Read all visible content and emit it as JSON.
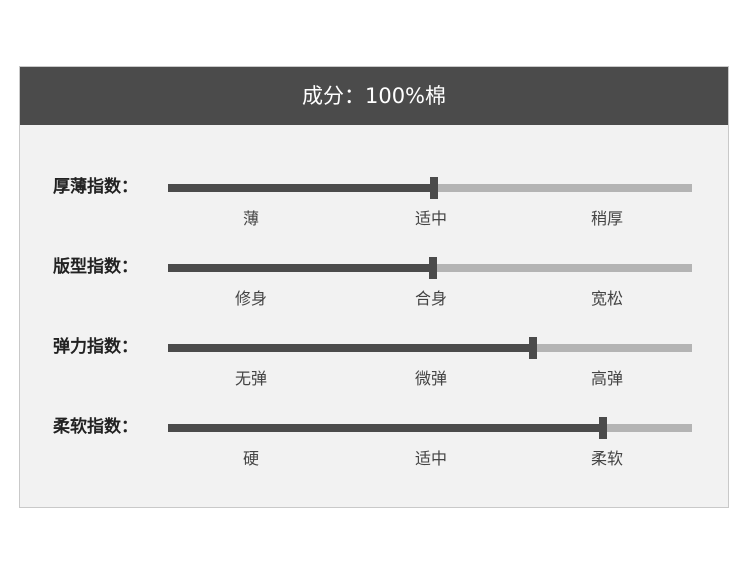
{
  "header": {
    "title": "成分：100%棉"
  },
  "rows": [
    {
      "label": "厚薄指数：",
      "level": 0.507,
      "ticks": [
        "薄",
        "适中",
        "稍厚"
      ]
    },
    {
      "label": "版型指数：",
      "level": 0.505,
      "ticks": [
        "修身",
        "合身",
        "宽松"
      ]
    },
    {
      "label": "弹力指数：",
      "level": 0.697,
      "ticks": [
        "无弹",
        "微弹",
        "高弹"
      ]
    },
    {
      "label": "柔软指数：",
      "level": 0.83,
      "ticks": [
        "硬",
        "适中",
        "柔软"
      ]
    }
  ],
  "colors": {
    "header_bg": "#4b4b4b",
    "panel_bg": "#f2f2f2",
    "track_dark": "#4b4b4b",
    "track_light": "#b4b4b4"
  }
}
